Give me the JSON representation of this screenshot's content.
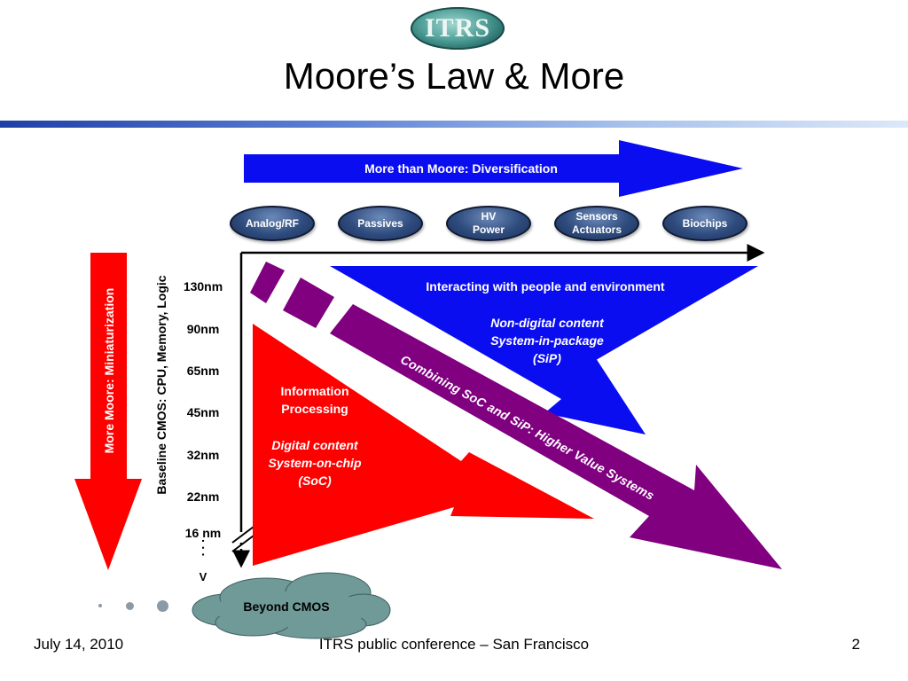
{
  "logo": {
    "text": "ITRS"
  },
  "title": "Moore’s Law & More",
  "more_than_moore": {
    "label": "More than Moore:  Diversification"
  },
  "pills": [
    {
      "line1": "Analog/RF",
      "line2": ""
    },
    {
      "line1": "Passives",
      "line2": ""
    },
    {
      "line1": "HV",
      "line2": "Power"
    },
    {
      "line1": "Sensors",
      "line2": "Actuators"
    },
    {
      "line1": "Biochips",
      "line2": ""
    }
  ],
  "more_moore": {
    "label": "More Moore:  Miniaturization"
  },
  "baseline": {
    "label": "Baseline CMOS:  CPU, Memory, Logic"
  },
  "nodes": [
    "130nm",
    "90nm",
    "65nm",
    "45nm",
    "32nm",
    "22nm",
    "16 nm"
  ],
  "continuation": {
    "dots": ". . .",
    "v": "V"
  },
  "interacting": {
    "heading": "Interacting with people and environment",
    "line1": "Non-digital content",
    "line2": "System-in-package",
    "line3": "(SiP)"
  },
  "information": {
    "heading1": "Information",
    "heading2": "Processing",
    "line1": "Digital content",
    "line2": "System-on-chip",
    "line3": "(SoC)"
  },
  "combining": {
    "label": "Combining SoC and SiP:  Higher Value Systems"
  },
  "beyond_cmos": {
    "label": "Beyond CMOS"
  },
  "footer": {
    "date": "July 14, 2010",
    "event": "ITRS public conference – San Francisco",
    "page": "2"
  },
  "colors": {
    "blue": "#0a0df0",
    "red": "#ff0000",
    "purple": "#800080",
    "pill": "#2f4c7f",
    "cloud": "#6f9a98"
  }
}
